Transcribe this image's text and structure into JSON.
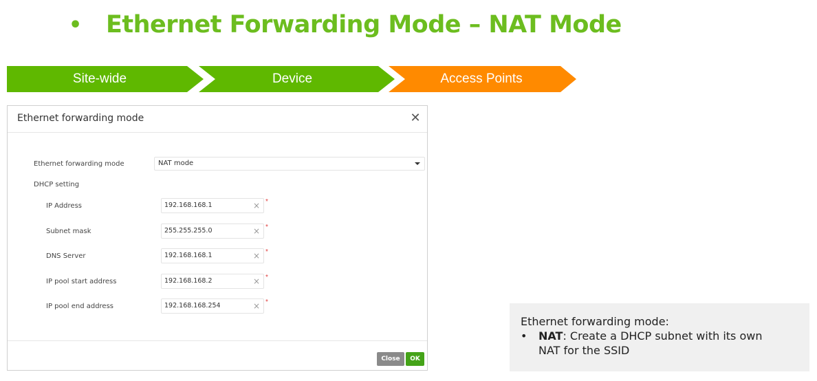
{
  "slide": {
    "title_bullet": "•",
    "title": "Ethernet Forwarding Mode – NAT Mode"
  },
  "steps": [
    {
      "label": "Site-wide",
      "color": "#5fb800"
    },
    {
      "label": "Device",
      "color": "#5fb800"
    },
    {
      "label": "Access Points",
      "color": "#ff8a00"
    }
  ],
  "dialog": {
    "title": "Ethernet forwarding mode",
    "close_icon": "close-icon",
    "mode_label": "Ethernet forwarding mode",
    "mode_value": "NAT mode",
    "dhcp_label": "DHCP setting",
    "fields": [
      {
        "label": "IP Address",
        "value": "192.168.168.1"
      },
      {
        "label": "Subnet mask",
        "value": "255.255.255.0"
      },
      {
        "label": "DNS Server",
        "value": "192.168.168.1"
      },
      {
        "label": "IP pool start address",
        "value": "192.168.168.2"
      },
      {
        "label": "IP pool end address",
        "value": "192.168.168.254"
      }
    ],
    "required_mark": "*",
    "clear_glyph": "×",
    "close_label": "Close",
    "ok_label": "OK"
  },
  "note": {
    "heading": "Ethernet forwarding mode:",
    "bullet": "•",
    "term": "NAT",
    "text_line1": ": Create a DHCP subnet with its own",
    "text_line2": "NAT for the SSID"
  }
}
